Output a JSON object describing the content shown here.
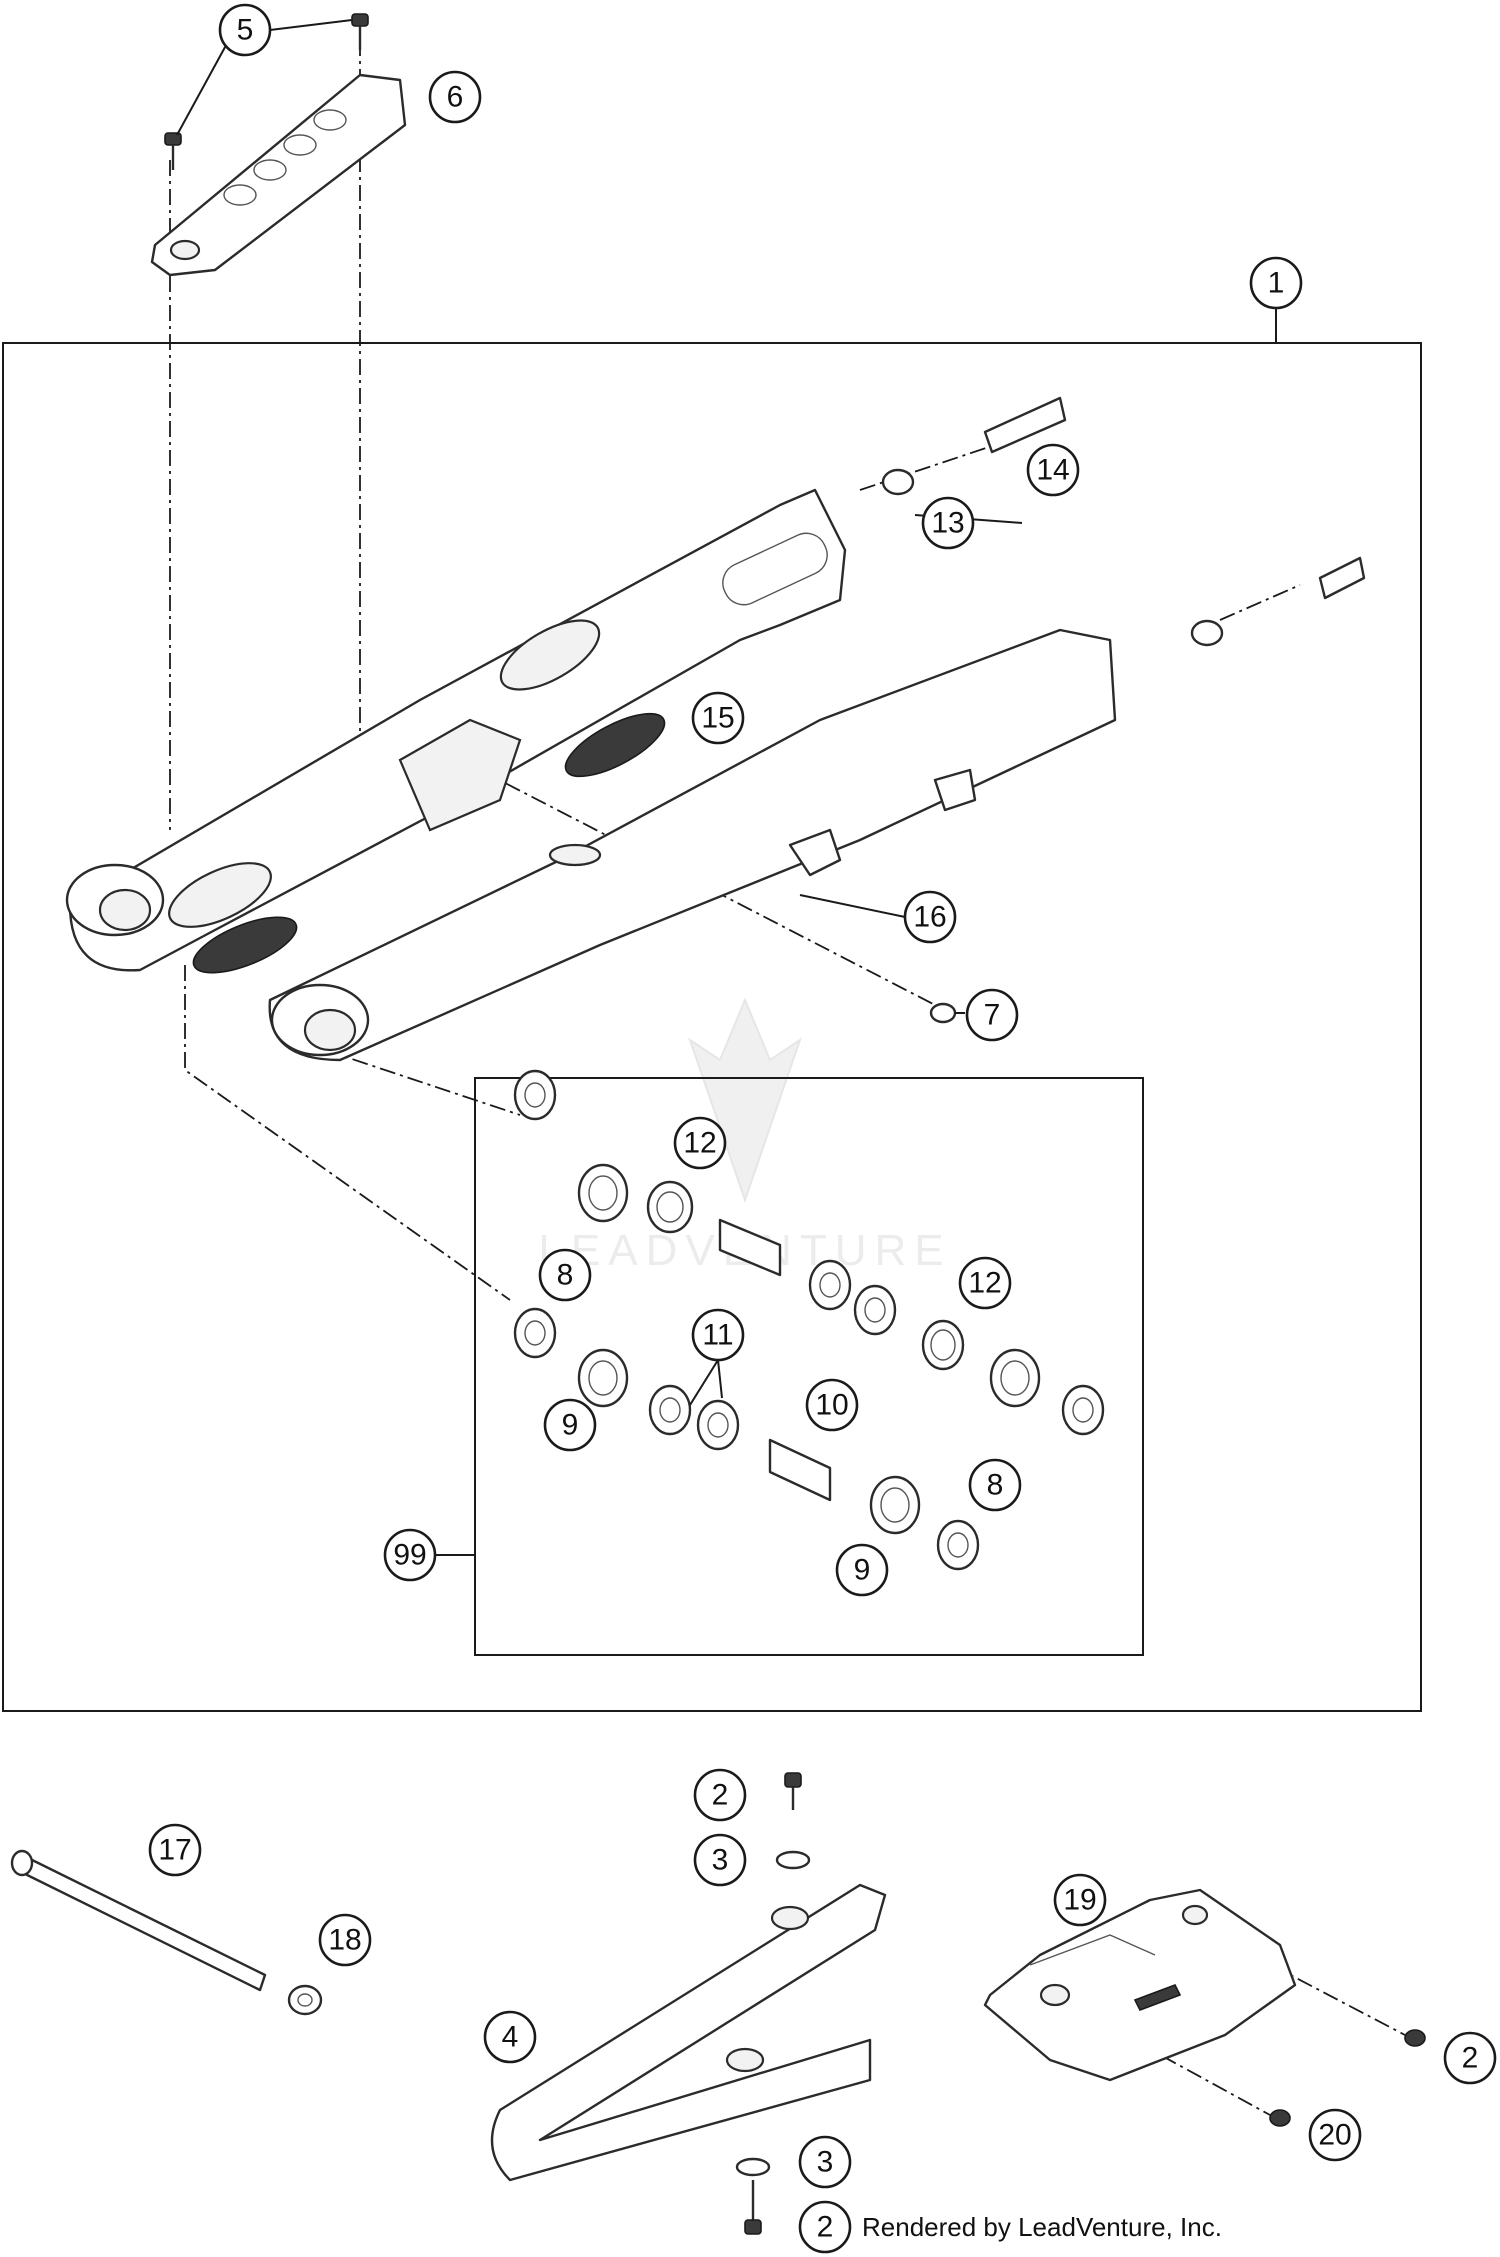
{
  "callouts": {
    "c1": "1",
    "c2a": "2",
    "c2b": "2",
    "c2c": "2",
    "c3a": "3",
    "c3b": "3",
    "c4": "4",
    "c5": "5",
    "c6": "6",
    "c7": "7",
    "c8a": "8",
    "c8b": "8",
    "c9a": "9",
    "c9b": "9",
    "c10": "10",
    "c11": "11",
    "c12a": "12",
    "c12b": "12",
    "c13": "13",
    "c14": "14",
    "c15": "15",
    "c16": "16",
    "c17": "17",
    "c18": "18",
    "c19": "19",
    "c20": "20",
    "c99": "99"
  },
  "watermark": "LEADVENTURE",
  "credit": "Rendered by LeadVenture, Inc.",
  "colors": {
    "line": "#1a1a1a",
    "fill": "#ffffff",
    "watermark": "#ececec"
  }
}
